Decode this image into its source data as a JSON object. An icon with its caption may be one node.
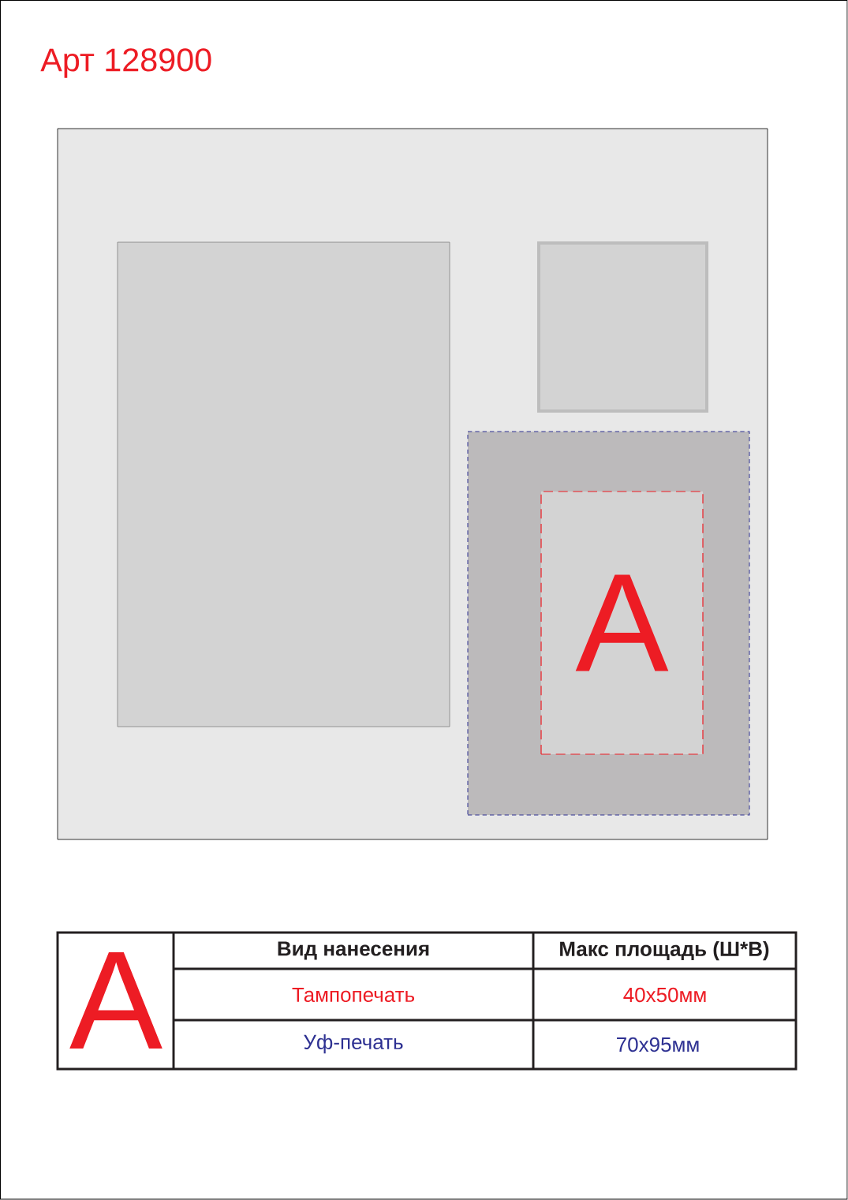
{
  "diagram": {
    "title": "Арт 128900",
    "nodes": [
      {
        "text": [],
        "shape": "box"
      },
      {
        "text": [],
        "shape": "box",
        "in": 0
      },
      {
        "text": [],
        "shape": "box",
        "in": 0
      },
      {
        "text": [],
        "shape": "box",
        "in": 0
      },
      {
        "text": [
          "A"
        ],
        "in": 3
      }
    ],
    "labels": [
      "A",
      "Вид нанесения",
      "Макс площадь (Ш*В)",
      "Тампопечать",
      "40x50мм",
      "Уф-печать",
      "70x95мм"
    ]
  }
}
